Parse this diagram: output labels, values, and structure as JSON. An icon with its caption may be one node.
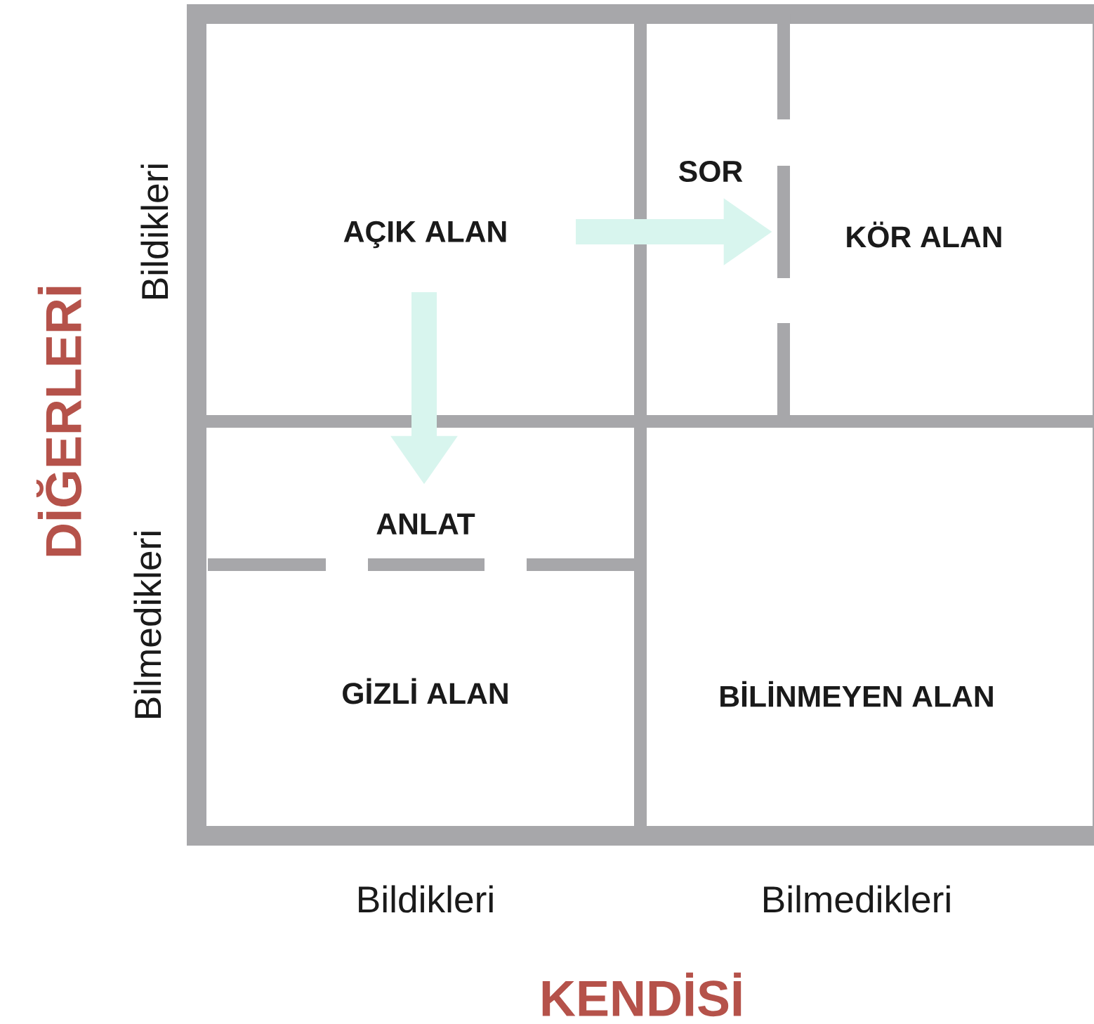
{
  "diagram": {
    "nodes": [
      {
        "text": [
          "AÇIK ALAN"
        ]
      },
      {
        "text": [
          "KÖR ALAN"
        ]
      },
      {
        "text": [
          "GİZLİ ALAN"
        ]
      },
      {
        "text": [
          "BİLİNMEYEN ALAN"
        ]
      }
    ],
    "labels": [
      "DİĞERLERİ",
      "Bildikleri",
      "SOR",
      "ANLAT",
      "Bilmedikleri",
      "Bildikleri",
      "Bilmedikleri",
      "KENDİSİ"
    ]
  }
}
